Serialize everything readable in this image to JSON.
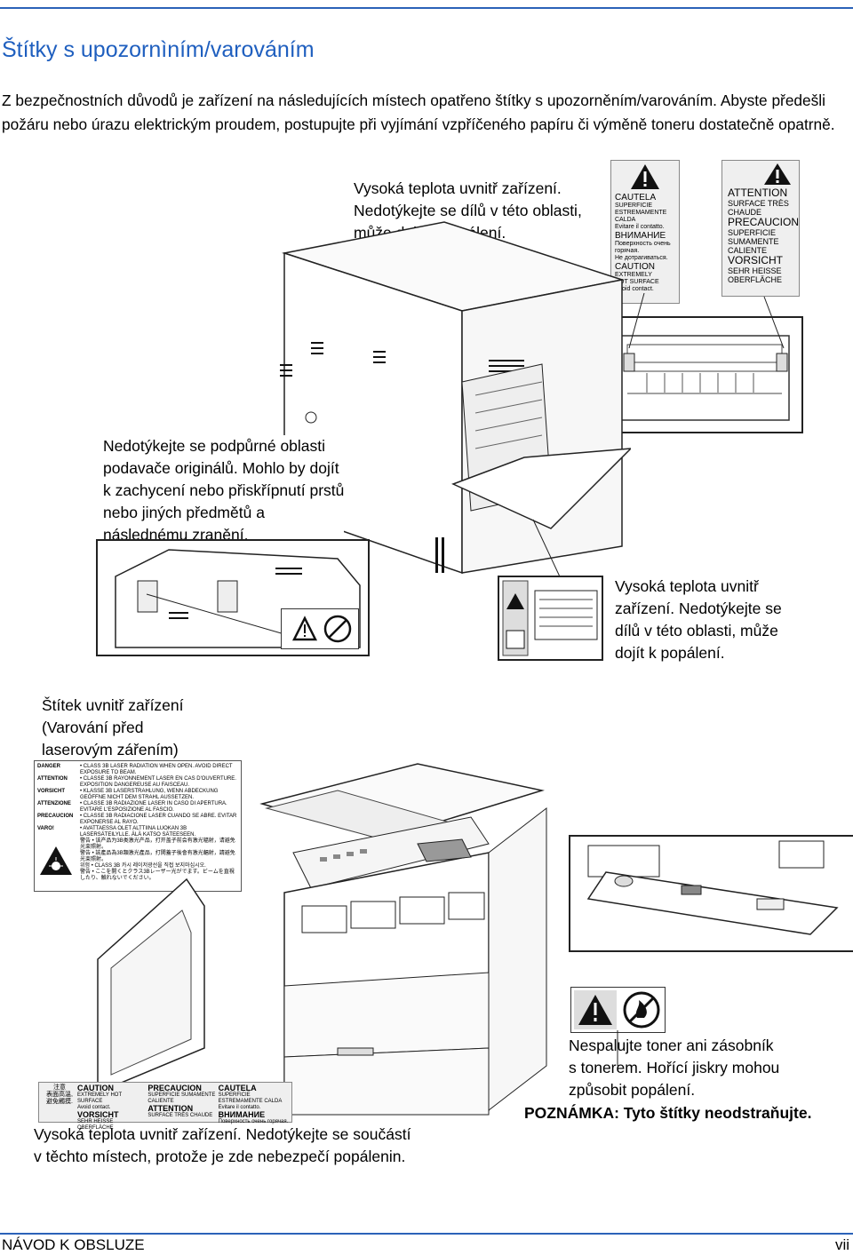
{
  "page": {
    "title": "Štítky s upozornìním/varováním",
    "intro": "Z bezpečnostních důvodů je zařízení na následujících místech opatřeno štítky s upozorněním/varováním. Abyste předešli požáru nebo úrazu elektrickým proudem, postupujte při vyjímání vzpříčeného papíru či výměně toneru dostatečně opatrně."
  },
  "captions": {
    "heat_top": [
      "Vysoká teplota uvnitř zařízení.",
      "Nedotýkejte se dílů v této oblasti,",
      "může dojít k popálení."
    ],
    "feeder": [
      "Nedotýkejte se podpůrné oblasti",
      "podavače originálů. Mohlo by dojít",
      "k zachycení nebo přiskřípnutí prstů",
      "nebo jiných předmětů a",
      "následnému zranění."
    ],
    "heat_right": [
      "Vysoká teplota uvnitř",
      "zařízení. Nedotýkejte se",
      "dílů v této oblasti, může",
      "dojít k popálení."
    ],
    "laser": [
      "Štítek uvnitř zařízení",
      "(Varování před",
      "laserovým zářením)"
    ],
    "toner": [
      "Nespalujte toner ani zásobník",
      "s tonerem. Hořící jiskry mohou",
      "způsobit popálení."
    ],
    "note": "POZNÁMKA: Tyto štítky neodstraňujte.",
    "heat_bottom": [
      "Vysoká teplota uvnitř zařízení. Nedotýkejte se součástí",
      "v těchto místech, protože je zde nebezpečí popálenin."
    ]
  },
  "label_multilang": {
    "lines": [
      "CAUTELA",
      "SUPERFICIE",
      "ESTREMAMENTE CALDA",
      "Evitare il contatto.",
      "ВНИМАНИЕ",
      "Поверхность очень",
      "горячая.",
      "Не дотрагиваться.",
      "CAUTION",
      "EXTREMELY",
      "HOT SURFACE",
      "Avoid contact."
    ]
  },
  "label_attention": {
    "lines": [
      "ATTENTION",
      "SURFACE TRÈS",
      "CHAUDE",
      "PRECAUCION",
      "SUPERFICIE",
      "SUMAMENTE",
      "CALIENTE",
      "VORSICHT",
      "SEHR HEISSE",
      "OBERFLÄCHE"
    ]
  },
  "label_laser": {
    "rows": [
      {
        "lang": "DANGER",
        "text": "• CLASS 3B LASER RADIATION WHEN OPEN. AVOID DIRECT EXPOSURE TO BEAM."
      },
      {
        "lang": "ATTENTION",
        "text": "• CLASSE 3B RAYONNEMENT LASER EN CAS D'OUVERTURE. EXPOSITION DANGEREUSE AU FAISCEAU."
      },
      {
        "lang": "VORSICHT",
        "text": "• KLASSE 3B LASERSTRAHLUNG, WENN ABDECKUNG GEÖFFNE NICHT DEM STRAHL AUSSETZEN."
      },
      {
        "lang": "ATTENZIONE",
        "text": "• CLASSE 3B RADIAZIONE LASER IN CASO DI APERTURA. EVITARE L'ESPOSIZIONE AL FASCIO."
      },
      {
        "lang": "PRECAUCION",
        "text": "• CLASSE 3B RADIACIONE LASER CUANDO SE ABRE. EVITAR EXPONERSE AL RAYO."
      },
      {
        "lang": "VARO!",
        "text": "• AVATTAESSA OLET ALTTIINA LUOKAN 3B LASERSÄTEILYLLE. ÄLÄ KATSO SÄTEESEEN."
      },
      {
        "lang": "",
        "text": "警告 • 该产品为3B类激光产品，打开盖子前会有激光辐射，请避免光束照射。"
      },
      {
        "lang": "",
        "text": "警告 • 該產品為3B類激光產品，打開蓋子後會有激光輻射，請避免光束照射。"
      },
      {
        "lang": "",
        "text": "위험 • CLASS 3B 카시 레이저광선을 직접 보지마십시오."
      },
      {
        "lang": "",
        "text": "警告 • ここを開くとクラス3Bレーザー光がでます。ビームを直視したり、触れないでください。"
      }
    ]
  },
  "label_bottom": {
    "side": [
      "注意",
      "表面高溫,",
      "避免觸摸."
    ],
    "col1": [
      "CAUTION",
      "EXTREMELY HOT SURFACE",
      "Avoid contact.",
      "VORSICHT",
      "SEHR HEISSE OBERFLÄCHE"
    ],
    "col2": [
      "PRECAUCION",
      "SUPERFICIE SUMAMENTE",
      "CALIENTE",
      "ATTENTION",
      "SURFACE TRÈS CHAUDE"
    ],
    "col3": [
      "CAUTELA",
      "SUPERFICIE ESTREMAMENTE CALDA",
      "Evitare il contatto.",
      "ВНИМАНИЕ",
      "Поверхность очень горячая."
    ]
  },
  "footer": {
    "left": "NÁVOD K OBSLUZE",
    "right": "vii"
  },
  "colors": {
    "accent": "#1f5fbf",
    "rule": "#2b62b8"
  }
}
